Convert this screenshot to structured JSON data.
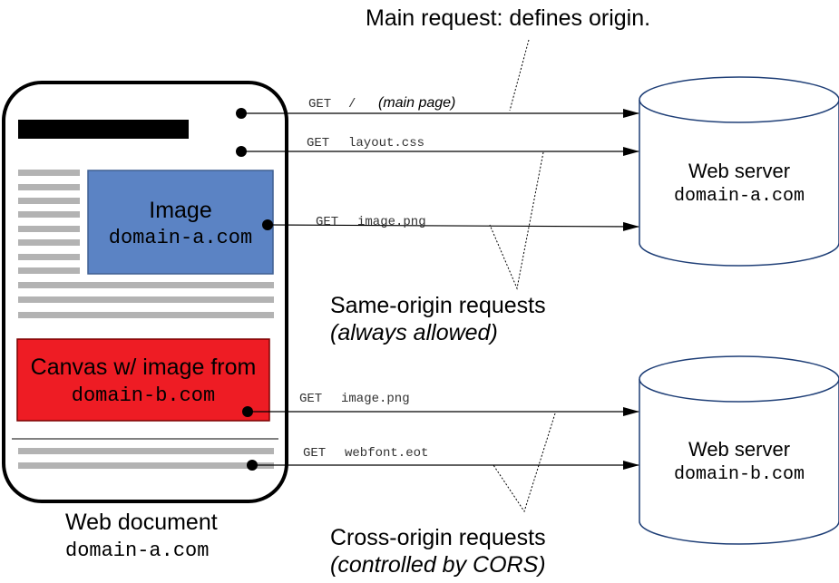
{
  "colors": {
    "stroke": "#000000",
    "bar": "#000000",
    "lines": "#b3b3b3",
    "image_fill": "#5b83c4",
    "image_stroke": "#3f5f91",
    "canvas_fill": "#ee1c24",
    "canvas_stroke": "#7a0000",
    "server_stroke": "#1f3f77"
  },
  "annotations": {
    "main_request": "Main request: defines origin.",
    "same_origin_title": "Same-origin requests",
    "same_origin_note": "(always allowed)",
    "cross_origin_title": "Cross-origin requests",
    "cross_origin_note": "(controlled by CORS)"
  },
  "document": {
    "label": "Web document",
    "domain": "domain-a.com",
    "image_box": {
      "title": "Image",
      "domain": "domain-a.com"
    },
    "canvas_box": {
      "title": "Canvas w/ image from",
      "domain": "domain-b.com"
    }
  },
  "servers": [
    {
      "title": "Web server",
      "domain": "domain-a.com"
    },
    {
      "title": "Web server",
      "domain": "domain-b.com"
    }
  ],
  "requests": [
    {
      "method": "GET",
      "path": "/",
      "note": "(main page)"
    },
    {
      "method": "GET",
      "path": "layout.css"
    },
    {
      "method": "GET",
      "path": "image.png"
    },
    {
      "method": "GET",
      "path": "image.png"
    },
    {
      "method": "GET",
      "path": "webfont.eot"
    }
  ]
}
